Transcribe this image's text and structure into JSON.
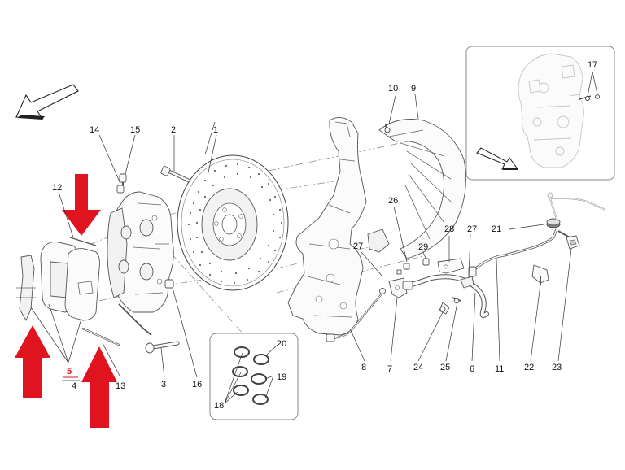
{
  "callouts": {
    "c1": "1",
    "c2": "2",
    "c3": "3",
    "c4": "4",
    "c5": "5",
    "c6": "6",
    "c7": "7",
    "c8": "8",
    "c9": "9",
    "c10": "10",
    "c11": "11",
    "c12": "12",
    "c13": "13",
    "c14": "14",
    "c15": "15",
    "c16": "16",
    "c17": "17",
    "c18": "18",
    "c19": "19",
    "c20": "20",
    "c21": "21",
    "c22": "22",
    "c23": "23",
    "c24": "24",
    "c25": "25",
    "c26": "26",
    "c27a": "27",
    "c27b": "27",
    "c28": "28",
    "c29": "29"
  },
  "highlight": {
    "color": "#e0141e",
    "target_part": "5"
  }
}
